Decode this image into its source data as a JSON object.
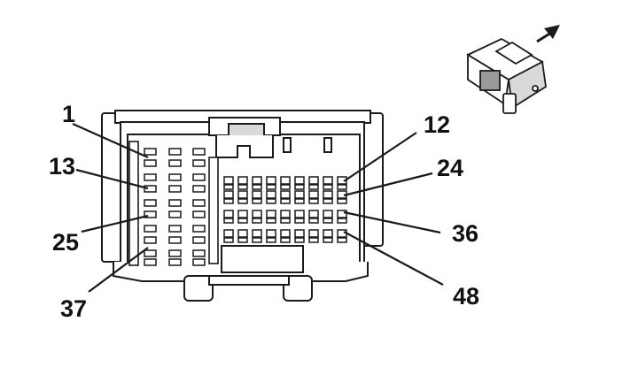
{
  "labels": {
    "pin_1": "1",
    "pin_12": "12",
    "pin_13": "13",
    "pin_24": "24",
    "pin_25": "25",
    "pin_36": "36",
    "pin_37": "37",
    "pin_48": "48"
  },
  "colors": {
    "stroke": "#1a1a1a",
    "body_fill": "#ffffff",
    "shade": "#d9d9d9",
    "dark_shade": "#9a9a9a"
  },
  "icons": {
    "direction": "arrow-up-right-icon",
    "orientation": "connector-3d-view-icon"
  }
}
